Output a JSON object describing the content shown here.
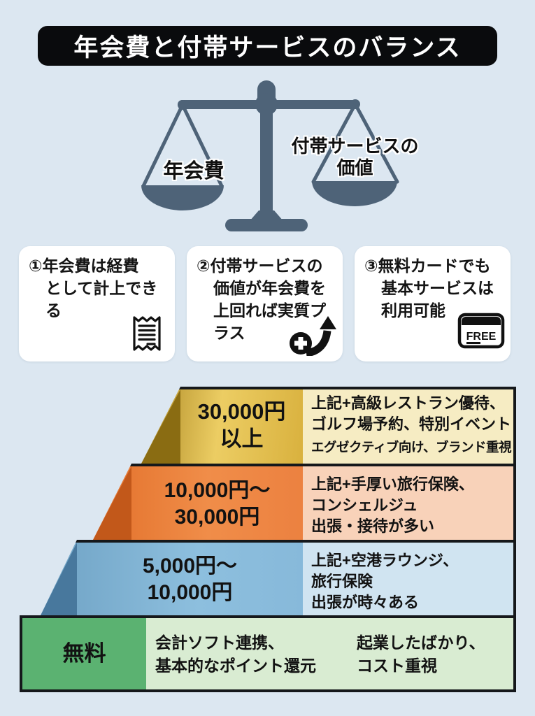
{
  "title": "年会費と付帯サービスのバランス",
  "scale": {
    "left_label": "年会費",
    "right_label_line1": "付帯サービスの",
    "right_label_line2": "価値"
  },
  "cards": [
    {
      "lines": [
        "①年会費は経費",
        "として計上でき",
        "る"
      ],
      "icon": "receipt-icon"
    },
    {
      "lines": [
        "②付帯サービスの",
        "価値が年会費を",
        "上回れば実質プ",
        "ラス"
      ],
      "icon": "plus-growth-arrow-icon"
    },
    {
      "lines": [
        "③無料カードでも",
        "基本サービスは",
        "利用可能"
      ],
      "icon": "free-card-icon",
      "icon_text": "FREE"
    }
  ],
  "pyramid": {
    "tiers": [
      {
        "label_line1": "30,000円",
        "label_line2": "以上",
        "desc_line1": "上記+高級レストラン優待、",
        "desc_line2": "ゴルフ場予約、特別イベント",
        "desc_line3": "エグゼクティブ向け、ブランド重視",
        "front_color": "#e0b944",
        "side_color": "#8a6c12",
        "desc_bg": "#f6ecc3"
      },
      {
        "label_line1": "10,000円～",
        "label_line2": "30,000円",
        "desc_line1": "上記+手厚い旅行保険、",
        "desc_line2": "コンシェルジュ",
        "desc_line3": "出張・接待が多い",
        "front_color": "#ec8140",
        "side_color": "#c2581a",
        "desc_bg": "#f8d2b9"
      },
      {
        "label_line1": "5,000円～",
        "label_line2": "10,000円",
        "desc_line1": "上記+空港ラウンジ、",
        "desc_line2": "旅行保険",
        "desc_line3": "出張が時々ある",
        "front_color": "#87b9da",
        "side_color": "#48789d",
        "desc_bg": "#d0e4f1"
      },
      {
        "label_line1": "無料",
        "desc_col1_line1": "会計ソフト連携、",
        "desc_col1_line2": "基本的なポイント還元",
        "desc_col2_line1": "起業したばかり、",
        "desc_col2_line2": "コスト重視",
        "front_color": "#5bb271",
        "side_color": "#5bb271",
        "desc_bg": "#d9ecd2"
      }
    ]
  },
  "colors": {
    "background": "#dce7f1",
    "banner_bg": "#0a0b0d",
    "banner_text": "#ffffff",
    "scale": "#4e6378",
    "card_bg": "#ffffff",
    "border": "#15181b",
    "text": "#141414"
  }
}
